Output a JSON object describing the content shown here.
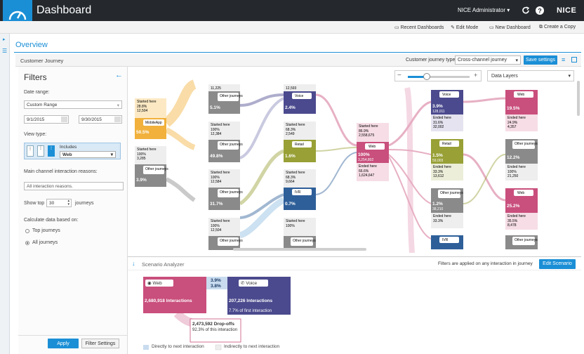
{
  "app": {
    "title": "Dashboard",
    "user": "NICE Administrator",
    "brand": "NICE"
  },
  "subbar": {
    "recent": "Recent Dashboards",
    "edit": "Edit Mode",
    "new": "New Dashboard",
    "copy": "Create a Copy"
  },
  "page": {
    "title": "Overview"
  },
  "journey": {
    "title": "Customer Journey",
    "type_label": "Customer journey type",
    "type_value": "Cross-channel journey",
    "save_label": "Save settings",
    "data_layers": "Data Layers"
  },
  "filters": {
    "title": "Filters",
    "date_range_label": "Date range:",
    "date_range_value": "Custom Range",
    "date_from": "9/1/2015",
    "date_to": "9/30/2015",
    "view_type_label": "View type:",
    "includes_label": "Includes",
    "includes_value": "Web",
    "reasons_label": "Main channel interaction reasons:",
    "reasons_placeholder": "All interaction reasons.",
    "show_top_label": "Show top",
    "show_top_value": "30",
    "journeys_label": "journeys",
    "calc_label": "Calculate data based on:",
    "opt_top": "Top journeys",
    "opt_all": "All journeys",
    "apply": "Apply",
    "settings": "Filter Settings"
  },
  "nodes": [
    {
      "label": "MobileApp",
      "pct": "50.5%",
      "num": "",
      "started": "Started here",
      "sp": "28.8%",
      "sn": "12,504",
      "color": "#f1b13c",
      "icon": "mobile-icon"
    },
    {
      "label": "Other journeys",
      "pct": "3.9%",
      "num": "",
      "started": "Started here",
      "sp": "100%",
      "sn": "3,285",
      "color": "#8a8a8a",
      "icon": ""
    },
    {
      "label": "Other journeys",
      "pct": "5.1%",
      "num": "",
      "started": "",
      "sp": "",
      "sn": "11,225",
      "color": "#8a8a8a",
      "icon": ""
    },
    {
      "label": "Other journeys",
      "pct": "49.8%",
      "num": "",
      "started": "Started here",
      "sp": "100%",
      "sn": "12,384",
      "color": "#8a8a8a",
      "icon": ""
    },
    {
      "label": "Other journeys",
      "pct": "31.7%",
      "num": "",
      "started": "Started here",
      "sp": "100%",
      "sn": "12,584",
      "color": "#8a8a8a",
      "icon": ""
    },
    {
      "label": "Other journeys",
      "pct": "",
      "num": "",
      "started": "Started here",
      "sp": "100%",
      "sn": "12,504",
      "color": "#8a8a8a",
      "icon": ""
    },
    {
      "label": "Voice",
      "pct": "2.4%",
      "num": "",
      "started": "",
      "sp": "",
      "sn": "12,593",
      "color": "#4b4a8e",
      "icon": "phone-icon"
    },
    {
      "label": "Retail",
      "pct": "1.6%",
      "num": "",
      "started": "Started here",
      "sp": "68.3%",
      "sn": "2,549",
      "color": "#98a036",
      "icon": "retail-icon"
    },
    {
      "label": "IVR",
      "pct": "0.7%",
      "num": "",
      "started": "Started here",
      "sp": "68.3%",
      "sn": "9,664",
      "color": "#2e5f99",
      "icon": "ivr-icon"
    },
    {
      "label": "Other journeys",
      "pct": "",
      "num": "",
      "started": "Started here",
      "sp": "100%",
      "sn": "",
      "color": "#8a8a8a",
      "icon": ""
    },
    {
      "label": "Web",
      "pct": "100%",
      "num": "3,254,802",
      "started": "Started here",
      "sp": "86.9%",
      "sn": "2,558,675",
      "ended": "Ended here",
      "ep": "66.6%",
      "en": "1,624,647",
      "color": "#c94f7c",
      "icon": "globe-icon"
    },
    {
      "label": "Voice",
      "pct": "3.9%",
      "num": "128,011",
      "ended": "Ended here",
      "ep": "31.6%",
      "en": "32,002",
      "color": "#4b4a8e",
      "icon": "phone-icon"
    },
    {
      "label": "Retail",
      "pct": "1.5%",
      "num": "59,003",
      "ended": "Ended here",
      "ep": "33.3%",
      "en": "13,612",
      "color": "#98a036",
      "icon": "retail-icon"
    },
    {
      "label": "Other journeys",
      "pct": "1.2%",
      "num": "38,210",
      "ended": "Ended here",
      "ep": "33.3%",
      "en": "",
      "color": "#8a8a8a",
      "icon": ""
    },
    {
      "label": "IVR",
      "pct": "",
      "num": "",
      "color": "#2e5f99",
      "icon": "ivr-icon"
    },
    {
      "label": "Web",
      "pct": "19.5%",
      "num": "",
      "ended": "Ended here",
      "ep": "24.9%",
      "en": "4,357",
      "color": "#c94f7c",
      "icon": "globe-icon"
    },
    {
      "label": "Other journeys",
      "pct": "12.2%",
      "num": "",
      "ended": "Ended here",
      "ep": "100%",
      "en": "21,250",
      "color": "#8a8a8a",
      "icon": ""
    },
    {
      "label": "Web",
      "pct": "25.2%",
      "num": "",
      "ended": "Ended here",
      "ep": "35.5%",
      "en": "8,478",
      "color": "#c94f7c",
      "icon": "globe-icon"
    },
    {
      "label": "Other journeys",
      "pct": "",
      "num": "",
      "color": "#8a8a8a",
      "icon": ""
    }
  ],
  "scenario": {
    "title": "Scenario Analyzer",
    "note": "Filters are applied on any interaction in journey",
    "edit": "Edit Scenario",
    "web_label": "Web",
    "web_interactions": "2,680,918 Interactions",
    "pct_a": "3.9%",
    "pct_b": "3.8%",
    "voice_label": "Voice",
    "voice_interactions": "207,226 Interactions",
    "voice_first": "7.7% of first interaction",
    "dropoffs": "2,473,592 Drop-offs",
    "dropoffs_pct": "92.3% of this interaction",
    "legend_direct": "Directly to next interaction",
    "legend_indirect": "Indirectly to next interaction"
  },
  "colors": {
    "accent": "#1b8fd6",
    "web": "#c94f7c",
    "voice": "#4b4a8e",
    "retail": "#98a036",
    "ivr": "#2e5f99",
    "mobile": "#f1b13c",
    "other": "#8a8a8a"
  }
}
